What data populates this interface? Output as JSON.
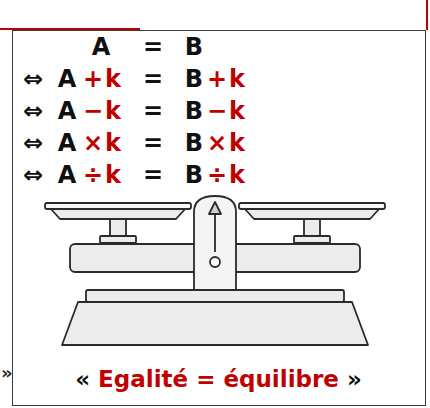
{
  "diagram": {
    "nodes": [
      {
        "text": [
          "A = B",
          "⇔ A + k = B + k",
          "⇔ A − k = B − k",
          "⇔ A × k = B × k",
          "⇔ A ÷ k = B ÷ k",
          "« Egalité = équilibre »"
        ]
      }
    ],
    "labels": [
      "»"
    ]
  }
}
